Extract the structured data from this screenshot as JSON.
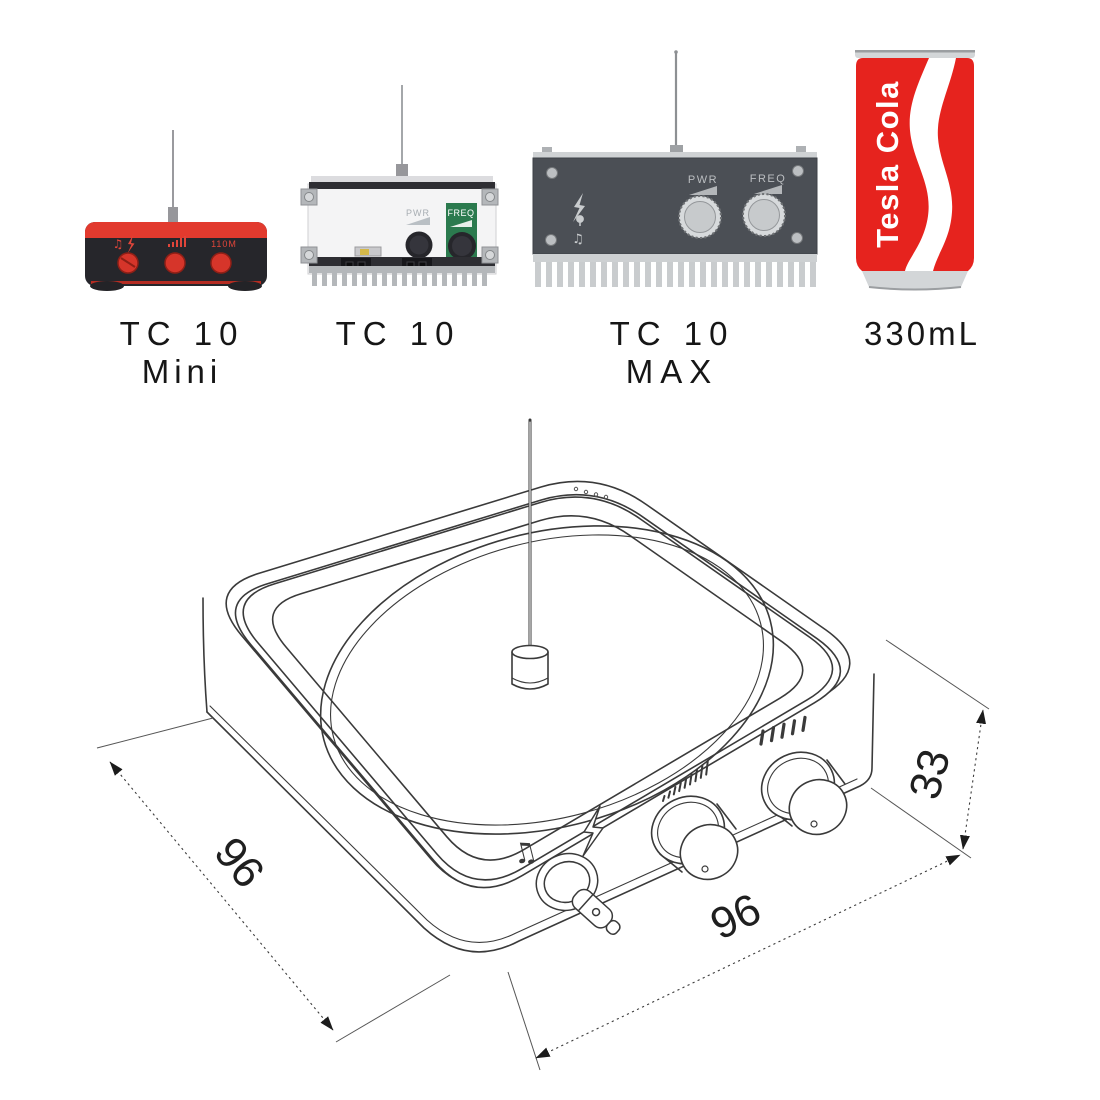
{
  "page": {
    "background": "#ffffff"
  },
  "products": [
    {
      "label": "TC 10",
      "sublabel": "Mini",
      "panel_text": "110M"
    },
    {
      "label": "TC 10",
      "sublabel": "",
      "pwr_label": "PWR",
      "freq_label": "FREQ"
    },
    {
      "label": "TC 10",
      "sublabel": "MAX",
      "pwr_label": "PWR",
      "freq_label": "FREQ"
    },
    {
      "label": "330mL",
      "brand": "Tesla Cola"
    }
  ],
  "dimensions": {
    "width": "96",
    "depth": "96",
    "height": "33"
  },
  "icons": {
    "music_note": "♫"
  },
  "colors": {
    "accent_red": "#e6231e",
    "mini_red": "#e23a2e",
    "panel_gray": "#4b4f55",
    "pcb_green": "#2b7a4e",
    "line": "#3a3a3a"
  }
}
